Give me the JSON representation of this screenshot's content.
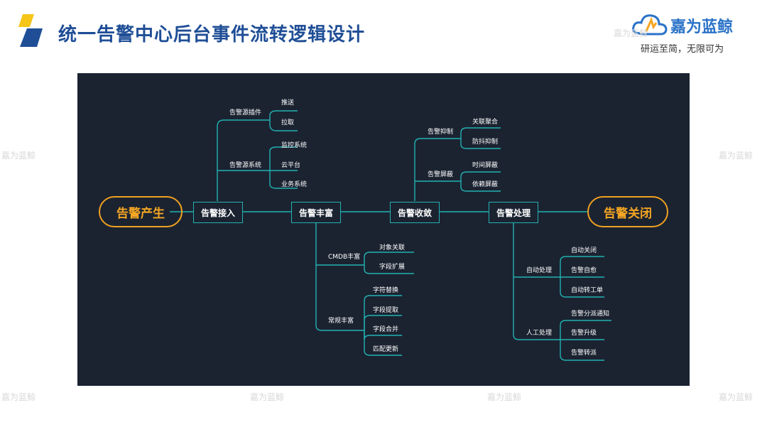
{
  "header": {
    "title": "统一告警中心后台事件流转逻辑设计",
    "brand": "嘉为蓝鲸",
    "slogan": "研运至简，无限可为"
  },
  "watermark": "嘉为蓝鲸",
  "colors": {
    "title": "#1f4e96",
    "brand": "#2a72c7",
    "diagram_bg": "#1b2331",
    "line": "#22b1b1",
    "terminal": "#f0a020"
  },
  "diagram": {
    "start": "告警产生",
    "end": "告警关闭",
    "stages": [
      {
        "label": "告警接入",
        "groups": [
          {
            "label": "告警源插件",
            "items": [
              "推送",
              "拉取"
            ]
          },
          {
            "label": "告警源系统",
            "items": [
              "监控系统",
              "云平台",
              "业务系统"
            ]
          }
        ]
      },
      {
        "label": "告警丰富",
        "groups": [
          {
            "label": "CMDB丰富",
            "items": [
              "对象关联",
              "字段扩展"
            ]
          },
          {
            "label": "常规丰富",
            "items": [
              "字符替换",
              "字段提取",
              "字段合并",
              "匹配更新"
            ]
          }
        ]
      },
      {
        "label": "告警收敛",
        "groups": [
          {
            "label": "告警抑制",
            "items": [
              "关联聚合",
              "防抖抑制"
            ]
          },
          {
            "label": "告警屏蔽",
            "items": [
              "时间屏蔽",
              "依赖屏蔽"
            ]
          }
        ]
      },
      {
        "label": "告警处理",
        "groups": [
          {
            "label": "自动处理",
            "items": [
              "自动关闭",
              "告警自愈",
              "自动转工单"
            ]
          },
          {
            "label": "人工处理",
            "items": [
              "告警分派通知",
              "告警升级",
              "告警转派"
            ]
          }
        ]
      }
    ]
  }
}
